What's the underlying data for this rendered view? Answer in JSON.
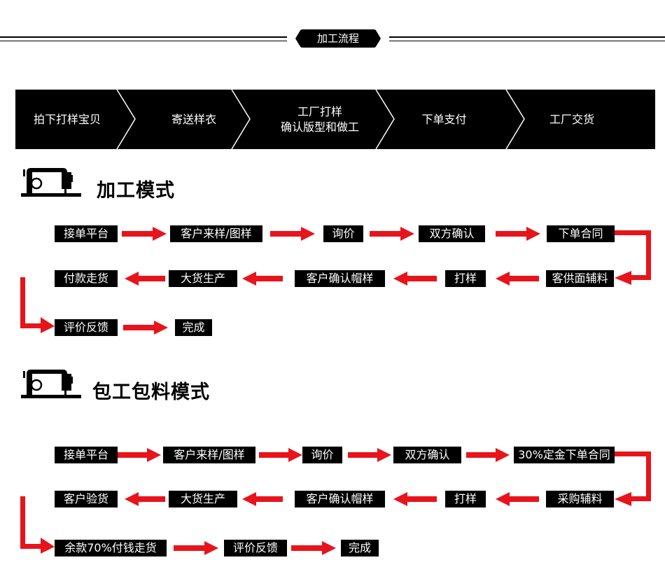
{
  "header": {
    "title": "加工流程"
  },
  "process": {
    "steps": [
      {
        "line1": "拍下打样宝贝",
        "line2": ""
      },
      {
        "line1": "寄送样衣",
        "line2": ""
      },
      {
        "line1": "工厂打样",
        "line2": "确认版型和做工"
      },
      {
        "line1": "下单支付",
        "line2": ""
      },
      {
        "line1": "工厂交货",
        "line2": ""
      }
    ]
  },
  "mode1": {
    "title": "加工模式",
    "row1": [
      "接单平台",
      "客户来样/图样",
      "询价",
      "双方确认",
      "下单合同"
    ],
    "row2": [
      "付款走货",
      "大货生产",
      "客户确认帽样",
      "打样",
      "客供面辅料"
    ],
    "row3": [
      "评价反馈",
      "完成"
    ]
  },
  "mode2": {
    "title": "包工包料模式",
    "row1": [
      "接单平台",
      "客户来样/图样",
      "询价",
      "双方确认",
      "30%定金下单合同"
    ],
    "row2": [
      "客户验货",
      "大货生产",
      "客户确认帽样",
      "打样",
      "采购辅料"
    ],
    "row3": [
      "余款70%付钱走货",
      "评价反馈",
      "完成"
    ]
  },
  "colors": {
    "arrow": "#e8141b",
    "box": "#000000",
    "text": "#ffffff"
  }
}
